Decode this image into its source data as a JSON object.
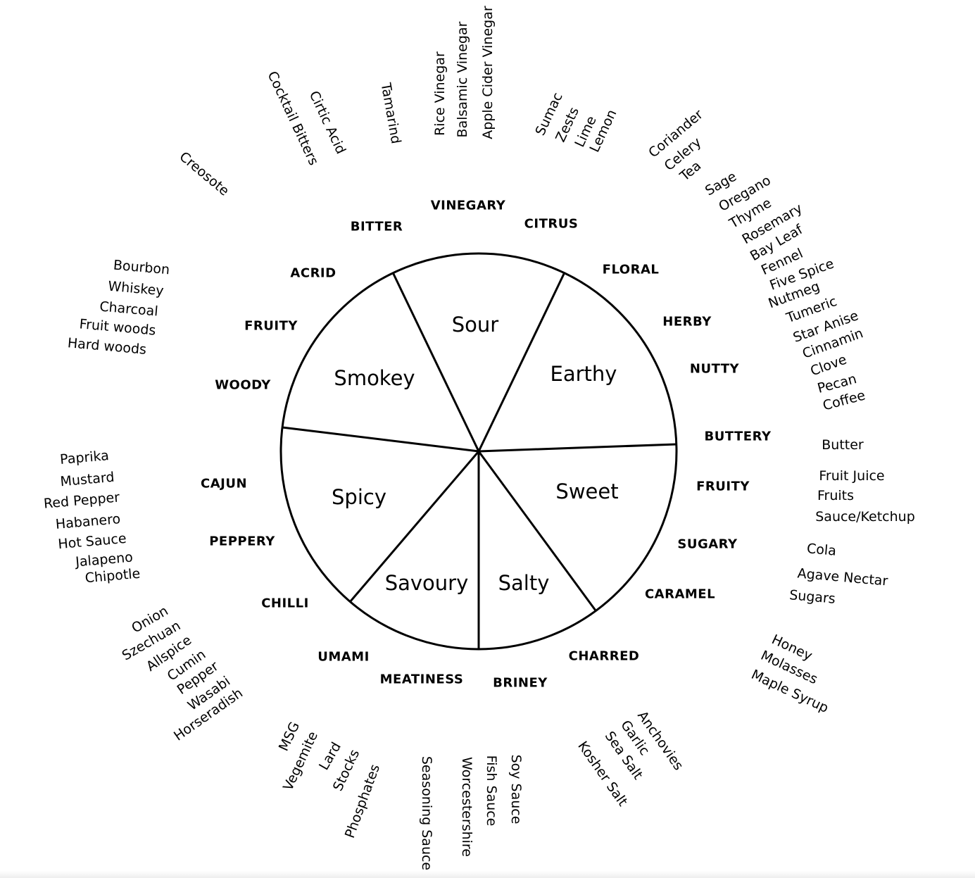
{
  "sections": [
    "Sour",
    "Earthy",
    "Smokey",
    "Spicy",
    "Sweet",
    "Savoury",
    "Salty"
  ],
  "categories": [
    "VINEGARY",
    "CITRUS",
    "BITTER",
    "ACRID",
    "FLORAL",
    "HERBY",
    "FRUITY",
    "NUTTY",
    "WOODY",
    "BUTTERY",
    "CAJUN",
    "FRUITY",
    "PEPPERY",
    "SUGARY",
    "CARAMEL",
    "CHILLI",
    "UMAMI",
    "CHARRED",
    "MEATINESS",
    "BRINEY"
  ],
  "items": [
    "Creosote",
    "Cocktail Bitters",
    "Cirtic Acid",
    "Tamarind",
    "Rice Vinegar",
    "Balsamic Vinegar",
    "Apple Cider Vinegar",
    "Sumac",
    "Zests",
    "Lime",
    "Lemon",
    "Coriander",
    "Celery",
    "Tea",
    "Sage",
    "Oregano",
    "Thyme",
    "Rosemary",
    "Bay Leaf",
    "Fennel",
    "Five Spice",
    "Nutmeg",
    "Tumeric",
    "Star Anise",
    "Cinnamin",
    "Clove",
    "Pecan",
    "Coffee",
    "Butter",
    "Fruit Juice",
    "Fruits",
    "Sauce/Ketchup",
    "Cola",
    "Agave Nectar",
    "Sugars",
    "Honey",
    "Molasses",
    "Maple Syrup",
    "Anchovies",
    "Garlic",
    "Sea Salt",
    "Kosher Salt",
    "Soy Sauce",
    "Fish Sauce",
    "Worcestershire",
    "Seasoning Sauce",
    "Phosphates",
    "Stocks",
    "Lard",
    "Vegemite",
    "MSG",
    "Onion",
    "Szechuan",
    "Allspice",
    "Cumin",
    "Pepper",
    "Wasabi",
    "Horseradish",
    "Paprika",
    "Mustard",
    "Red Pepper",
    "Habanero",
    "Hot Sauce",
    "Jalapeno",
    "Chipotle",
    "Bourbon",
    "Whiskey",
    "Charcoal",
    "Fruit woods",
    "Hard woods"
  ]
}
